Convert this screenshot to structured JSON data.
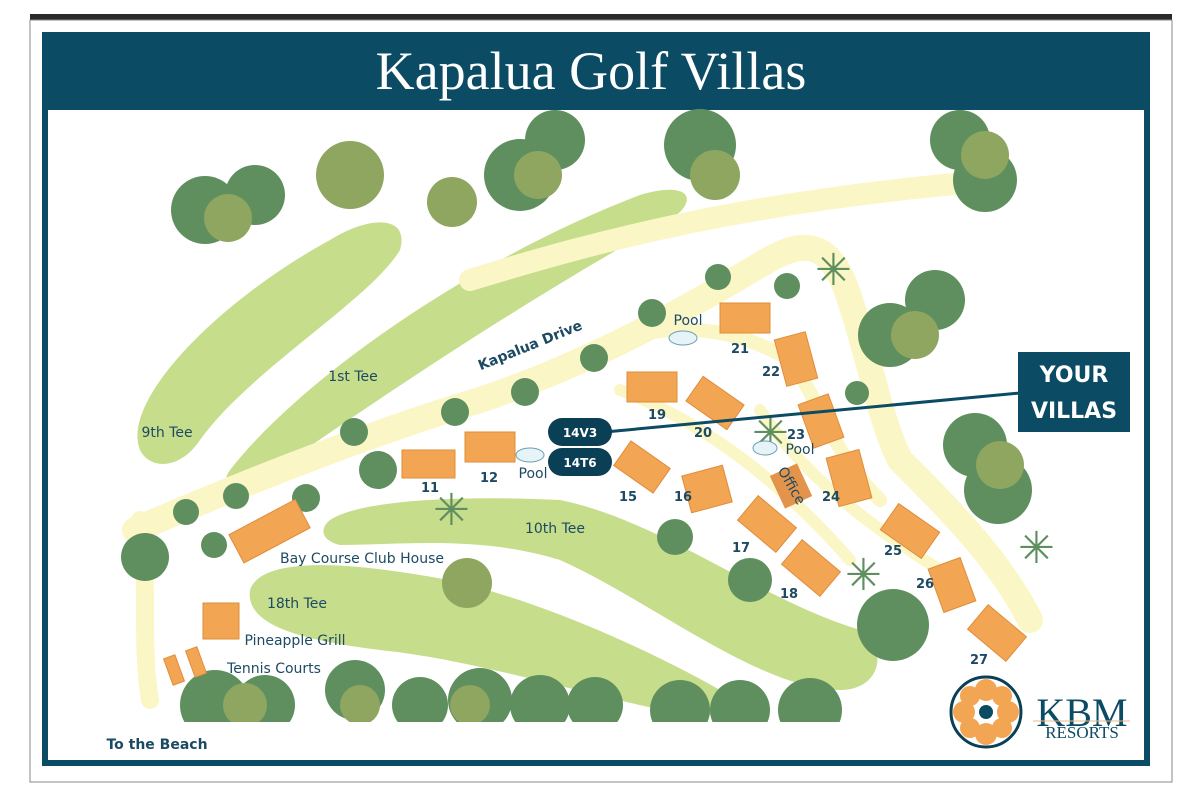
{
  "header": {
    "title": "Kapalua Golf Villas"
  },
  "map": {
    "road_label": "Kapalua Drive",
    "tees": [
      "1st Tee",
      "9th Tee",
      "10th Tee",
      "18th Tee"
    ],
    "amenities": {
      "club_house": "Bay Course Club House",
      "grill": "Pineapple Grill",
      "tennis": "Tennis Courts",
      "beach": "To the Beach",
      "office": "Office",
      "pool": "Pool"
    },
    "villas": [
      "11",
      "12",
      "15",
      "16",
      "17",
      "18",
      "19",
      "20",
      "21",
      "22",
      "23",
      "24",
      "25",
      "26",
      "27"
    ],
    "your_units": [
      "14V3",
      "14T6"
    ],
    "callout": [
      "YOUR",
      "VILLAS"
    ]
  },
  "logo": {
    "name": "KBM",
    "sub": "RESORTS"
  },
  "colors": {
    "navy": "#0b4b64",
    "fairway": "#c6dd8c",
    "path": "#fbf6c6",
    "villa": "#f2a653",
    "tree": "#5f8f5f"
  }
}
